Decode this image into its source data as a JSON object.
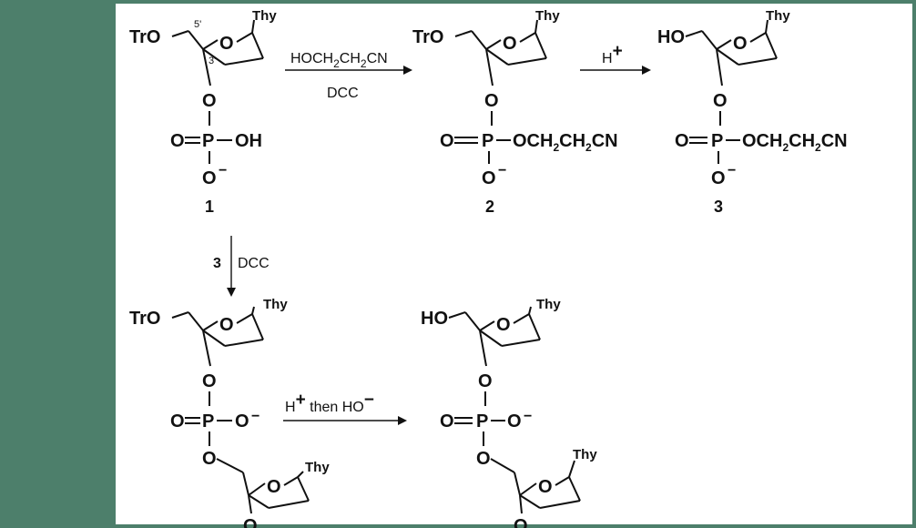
{
  "colors": {
    "sidebar": "#4d7f6b",
    "border": "#4d7f6b",
    "ink": "#111111"
  },
  "atoms": {
    "TrO": "TrO",
    "HO": "HO",
    "O": "O",
    "Thy": "Thy",
    "P": "P",
    "OH": "OH",
    "O_minus": "O",
    "minus": "−",
    "five_prime": "5'",
    "three_prime": "3'",
    "O_ring": "O",
    "cyano_chain_prefix": "OCH",
    "cyano_chain_mid": "CH",
    "cyano_chain_end": "CN",
    "sub2": "2"
  },
  "compounds": {
    "c1": "1",
    "c2": "2",
    "c3": "3"
  },
  "reagents": {
    "r1_top_a": "HOCH",
    "r1_top_b": "CH",
    "r1_top_c": "CN",
    "r1_sub": "2",
    "r1_bottom": "DCC",
    "r2_text": "H",
    "r2_plus": "+",
    "r3_num": "3",
    "r3_text": "DCC",
    "r4_h": "H",
    "r4_plus": "+",
    "r4_then": " then HO",
    "r4_minus": "−"
  }
}
